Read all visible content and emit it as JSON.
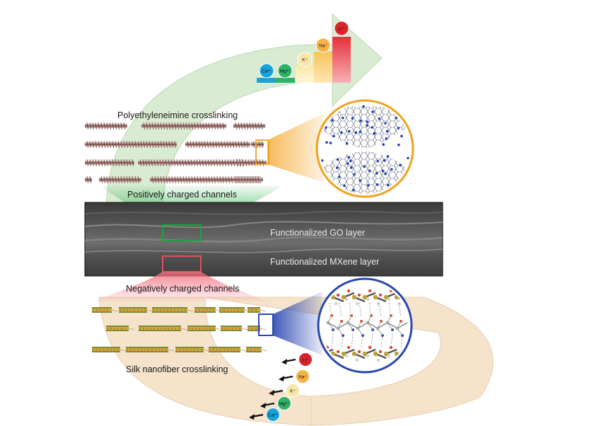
{
  "labels": {
    "pei_title": "Polyethyleneimine crosslinking",
    "positive_channels": "Positively charged channels",
    "go_layer": "Functionalized GO layer",
    "mxene_layer": "Functionalized MXene layer",
    "negative_channels": "Negatively charged channels",
    "silk_title": "Silk nanofiber crosslinking"
  },
  "top_ions": [
    {
      "label": "Ca²⁺",
      "color": "#1aa3d9",
      "level": 1
    },
    {
      "label": "Mg²⁺",
      "color": "#2fb36b",
      "level": 1
    },
    {
      "label": "K⁺",
      "color": "#f7e7a8",
      "level": 2
    },
    {
      "label": "Na⁺",
      "color": "#f5b347",
      "level": 3
    },
    {
      "label": "Li⁺",
      "color": "#d7262b",
      "level": 4
    }
  ],
  "bottom_ions": [
    {
      "label": "Li⁺",
      "color": "#d7262b"
    },
    {
      "label": "Na⁺",
      "color": "#f5b347"
    },
    {
      "label": "K⁺",
      "color": "#f7e7a8"
    },
    {
      "label": "Mg²⁺",
      "color": "#2fb36b"
    },
    {
      "label": "Ca²⁺",
      "color": "#1aa3d9"
    }
  ],
  "colors": {
    "top_arrow": "#d9ecd3",
    "bottom_arrow": "#f5e3cc",
    "pei_box": "#f0a21e",
    "pei_circle": "#f0a21e",
    "silk_box": "#2a47b0",
    "silk_circle": "#2a47b0",
    "green_box": "#20a040",
    "red_box": "#e05060"
  }
}
